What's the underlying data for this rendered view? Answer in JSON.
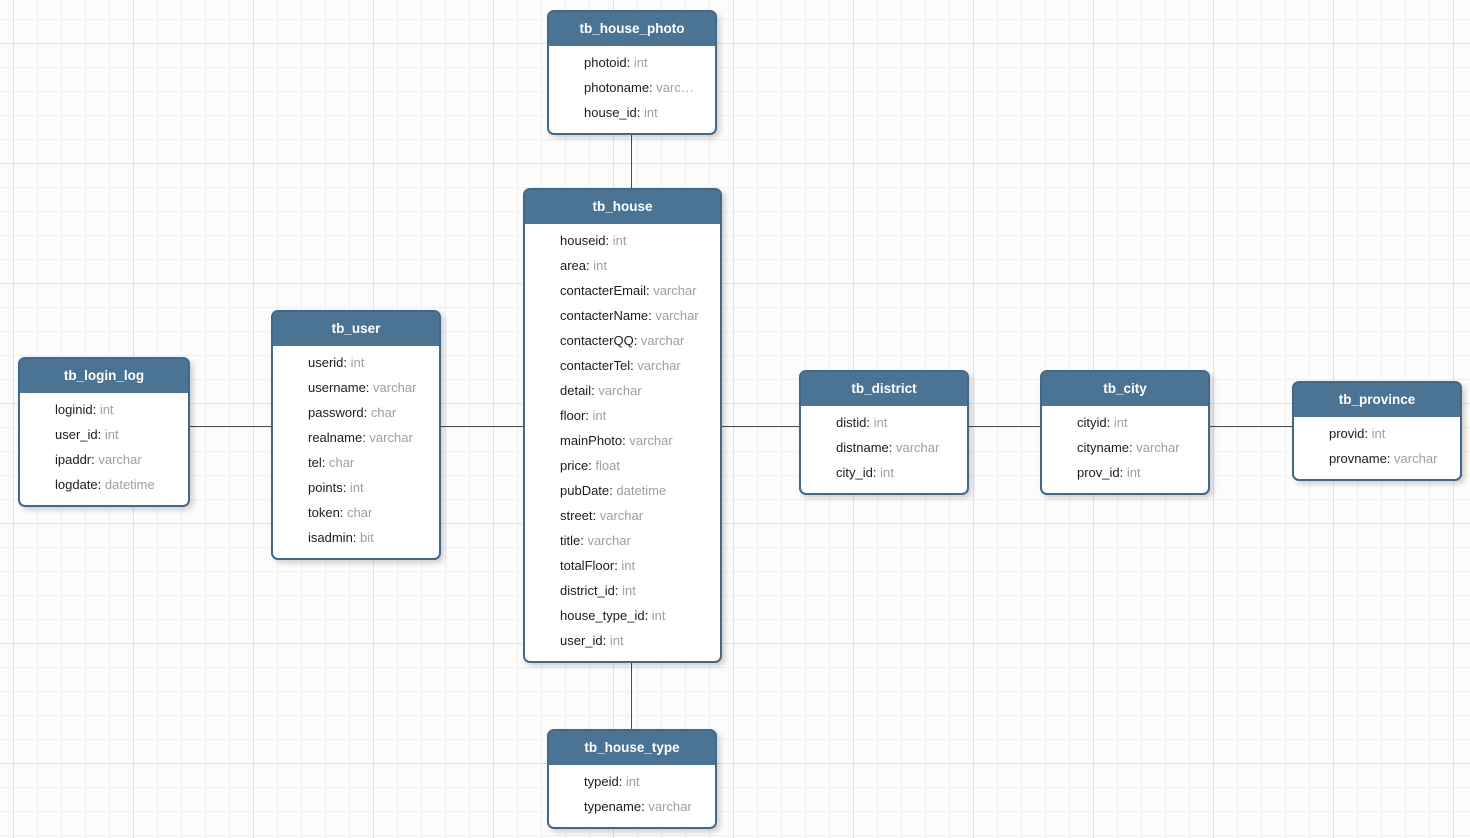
{
  "colors": {
    "table_header": "#4a7394",
    "table_border": "#40688a",
    "field_name_text": "#1c1c1c",
    "field_type_text": "#9aa0a6",
    "relationship_line": "#4d4d4d"
  },
  "tables": [
    {
      "name": "tb_house_photo",
      "fields": [
        {
          "name": "photoid",
          "type": "int"
        },
        {
          "name": "photoname",
          "type": "varc…"
        },
        {
          "name": "house_id",
          "type": "int"
        }
      ]
    },
    {
      "name": "tb_house",
      "fields": [
        {
          "name": "houseid",
          "type": "int"
        },
        {
          "name": "area",
          "type": "int"
        },
        {
          "name": "contacterEmail",
          "type": "varchar"
        },
        {
          "name": "contacterName",
          "type": "varchar"
        },
        {
          "name": "contacterQQ",
          "type": "varchar"
        },
        {
          "name": "contacterTel",
          "type": "varchar"
        },
        {
          "name": "detail",
          "type": "varchar"
        },
        {
          "name": "floor",
          "type": "int"
        },
        {
          "name": "mainPhoto",
          "type": "varchar"
        },
        {
          "name": "price",
          "type": "float"
        },
        {
          "name": "pubDate",
          "type": "datetime"
        },
        {
          "name": "street",
          "type": "varchar"
        },
        {
          "name": "title",
          "type": "varchar"
        },
        {
          "name": "totalFloor",
          "type": "int"
        },
        {
          "name": "district_id",
          "type": "int"
        },
        {
          "name": "house_type_id",
          "type": "int"
        },
        {
          "name": "user_id",
          "type": "int"
        }
      ]
    },
    {
      "name": "tb_user",
      "fields": [
        {
          "name": "userid",
          "type": "int"
        },
        {
          "name": "username",
          "type": "varchar"
        },
        {
          "name": "password",
          "type": "char"
        },
        {
          "name": "realname",
          "type": "varchar"
        },
        {
          "name": "tel",
          "type": "char"
        },
        {
          "name": "points",
          "type": "int"
        },
        {
          "name": "token",
          "type": "char"
        },
        {
          "name": "isadmin",
          "type": "bit"
        }
      ]
    },
    {
      "name": "tb_login_log",
      "fields": [
        {
          "name": "loginid",
          "type": "int"
        },
        {
          "name": "user_id",
          "type": "int"
        },
        {
          "name": "ipaddr",
          "type": "varchar"
        },
        {
          "name": "logdate",
          "type": "datetime"
        }
      ]
    },
    {
      "name": "tb_district",
      "fields": [
        {
          "name": "distid",
          "type": "int"
        },
        {
          "name": "distname",
          "type": "varchar"
        },
        {
          "name": "city_id",
          "type": "int"
        }
      ]
    },
    {
      "name": "tb_city",
      "fields": [
        {
          "name": "cityid",
          "type": "int"
        },
        {
          "name": "cityname",
          "type": "varchar"
        },
        {
          "name": "prov_id",
          "type": "int"
        }
      ]
    },
    {
      "name": "tb_province",
      "fields": [
        {
          "name": "provid",
          "type": "int"
        },
        {
          "name": "provname",
          "type": "varchar"
        }
      ]
    },
    {
      "name": "tb_house_type",
      "fields": [
        {
          "name": "typeid",
          "type": "int"
        },
        {
          "name": "typename",
          "type": "varchar"
        }
      ]
    }
  ],
  "connections": [
    {
      "from": "tb_house_photo",
      "to": "tb_house"
    },
    {
      "from": "tb_house",
      "to": "tb_house_type"
    },
    {
      "from": "tb_login_log",
      "to": "tb_user"
    },
    {
      "from": "tb_user",
      "to": "tb_house"
    },
    {
      "from": "tb_house",
      "to": "tb_district"
    },
    {
      "from": "tb_district",
      "to": "tb_city"
    },
    {
      "from": "tb_city",
      "to": "tb_province"
    }
  ]
}
